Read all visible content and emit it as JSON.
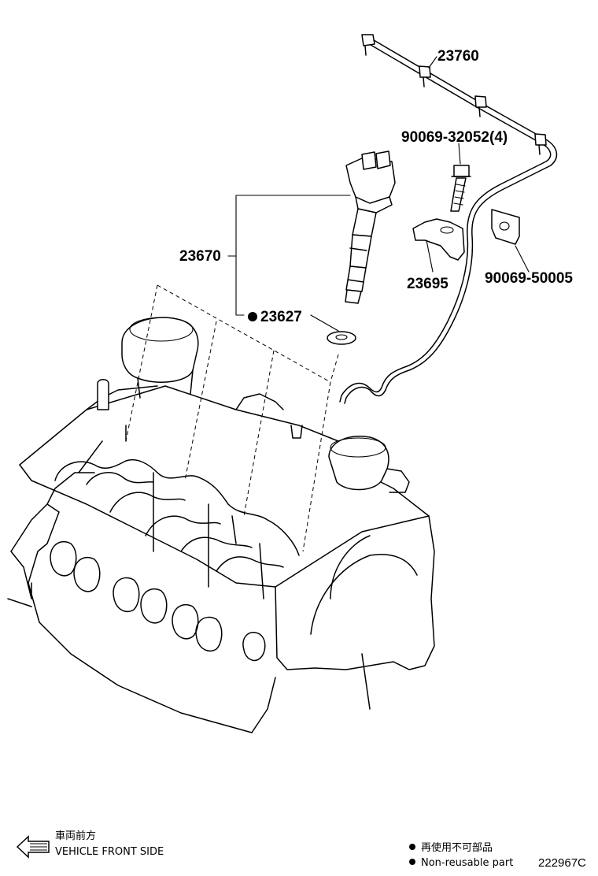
{
  "parts": {
    "leak_line": "23760",
    "clamp_bolt": "90069-32052(4)",
    "injector_assy": "23670",
    "clamp": "23695",
    "gasket_seal": "23627",
    "bracket": "90069-50005"
  },
  "legend": {
    "direction_jp": "車両前方",
    "direction_en": "VEHICLE FRONT SIDE",
    "non_reusable_jp": "再使用不可部品",
    "non_reusable_en": "Non-reusable part"
  },
  "illustration_code": "222967C"
}
